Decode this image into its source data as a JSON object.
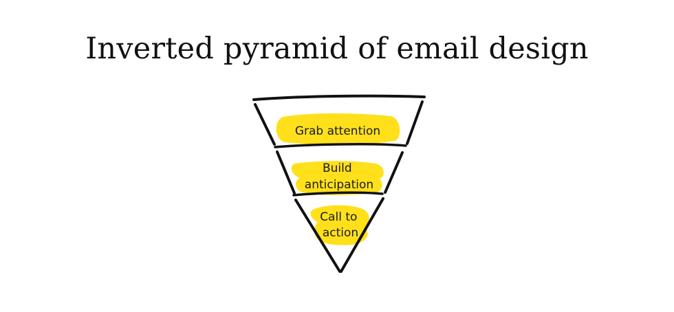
{
  "title": "Inverted pyramid of email design",
  "colors": {
    "highlight": "#FFE01B",
    "ink": "#111111",
    "background": "#FFFFFF"
  },
  "pyramid": {
    "tiers": [
      {
        "lines": [
          "Grab attention"
        ]
      },
      {
        "lines": [
          "Build",
          "anticipation"
        ]
      },
      {
        "lines": [
          "Call to",
          "action"
        ]
      }
    ]
  }
}
